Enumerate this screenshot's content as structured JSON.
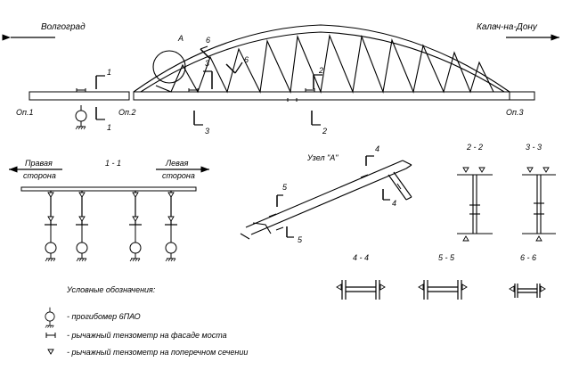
{
  "directions": {
    "left": "Волгоград",
    "right": "Калач-на-Дону"
  },
  "node_label": "А",
  "supports": [
    "Оп.1",
    "Оп.2",
    "Оп.3"
  ],
  "section_marks": {
    "s1": "1",
    "s2": "2",
    "s3": "3",
    "s4": "4",
    "s5": "5",
    "s6": "6"
  },
  "section_titles": {
    "t11": "1 - 1",
    "t22": "2 - 2",
    "t33": "3 - 3",
    "t44": "4 - 4",
    "t55": "5 - 5",
    "t66": "6 - 6"
  },
  "side_labels": {
    "right_side_1": "Правая",
    "right_side_2": "сторона",
    "left_side_1": "Левая",
    "left_side_2": "сторона"
  },
  "node_title": "Узел \"А\"",
  "legend": {
    "title": "Условные обозначения:",
    "items": [
      {
        "icon": "deflectometer-icon",
        "text": "- прогибомер 6ПАО"
      },
      {
        "icon": "lever-strain-gauge-facade-icon",
        "text": "- рычажный тензометр на фасаде моста"
      },
      {
        "icon": "lever-strain-gauge-section-icon",
        "text": "- рычажный тензометр на поперечном сечении"
      }
    ]
  }
}
